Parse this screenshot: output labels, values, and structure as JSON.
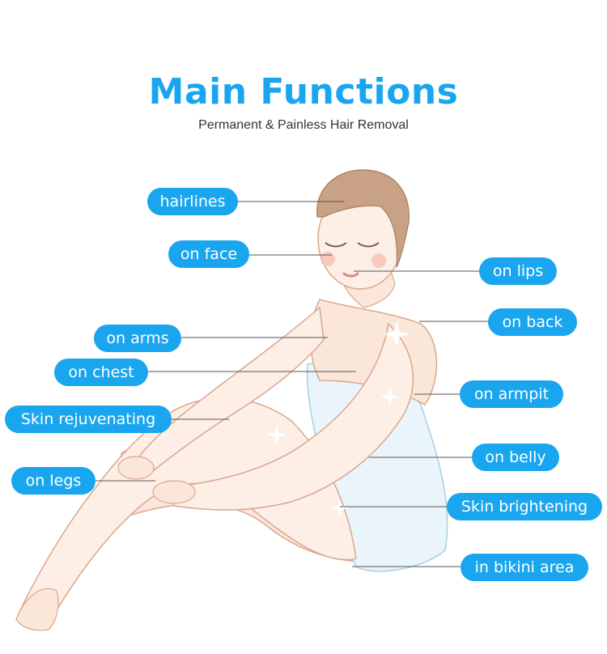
{
  "header": {
    "title": "Main Functions",
    "subtitle": "Permanent & Painless Hair Removal"
  },
  "labels": {
    "hairlines": "hairlines",
    "on_face": "on face",
    "on_lips": "on lips",
    "on_back": "on back",
    "on_arms": "on arms",
    "on_chest": "on chest",
    "on_armpit": "on armpit",
    "skin_rejuvenating": "Skin rejuvenating",
    "on_belly": "on belly",
    "on_legs": "on legs",
    "skin_brightening": "Skin brightening",
    "in_bikini_area": "in bikini area"
  },
  "colors": {
    "accent": "#1aa6ef",
    "skin": "#fbe6da",
    "towel": "#eaf5fb",
    "hair": "#c9a184"
  }
}
